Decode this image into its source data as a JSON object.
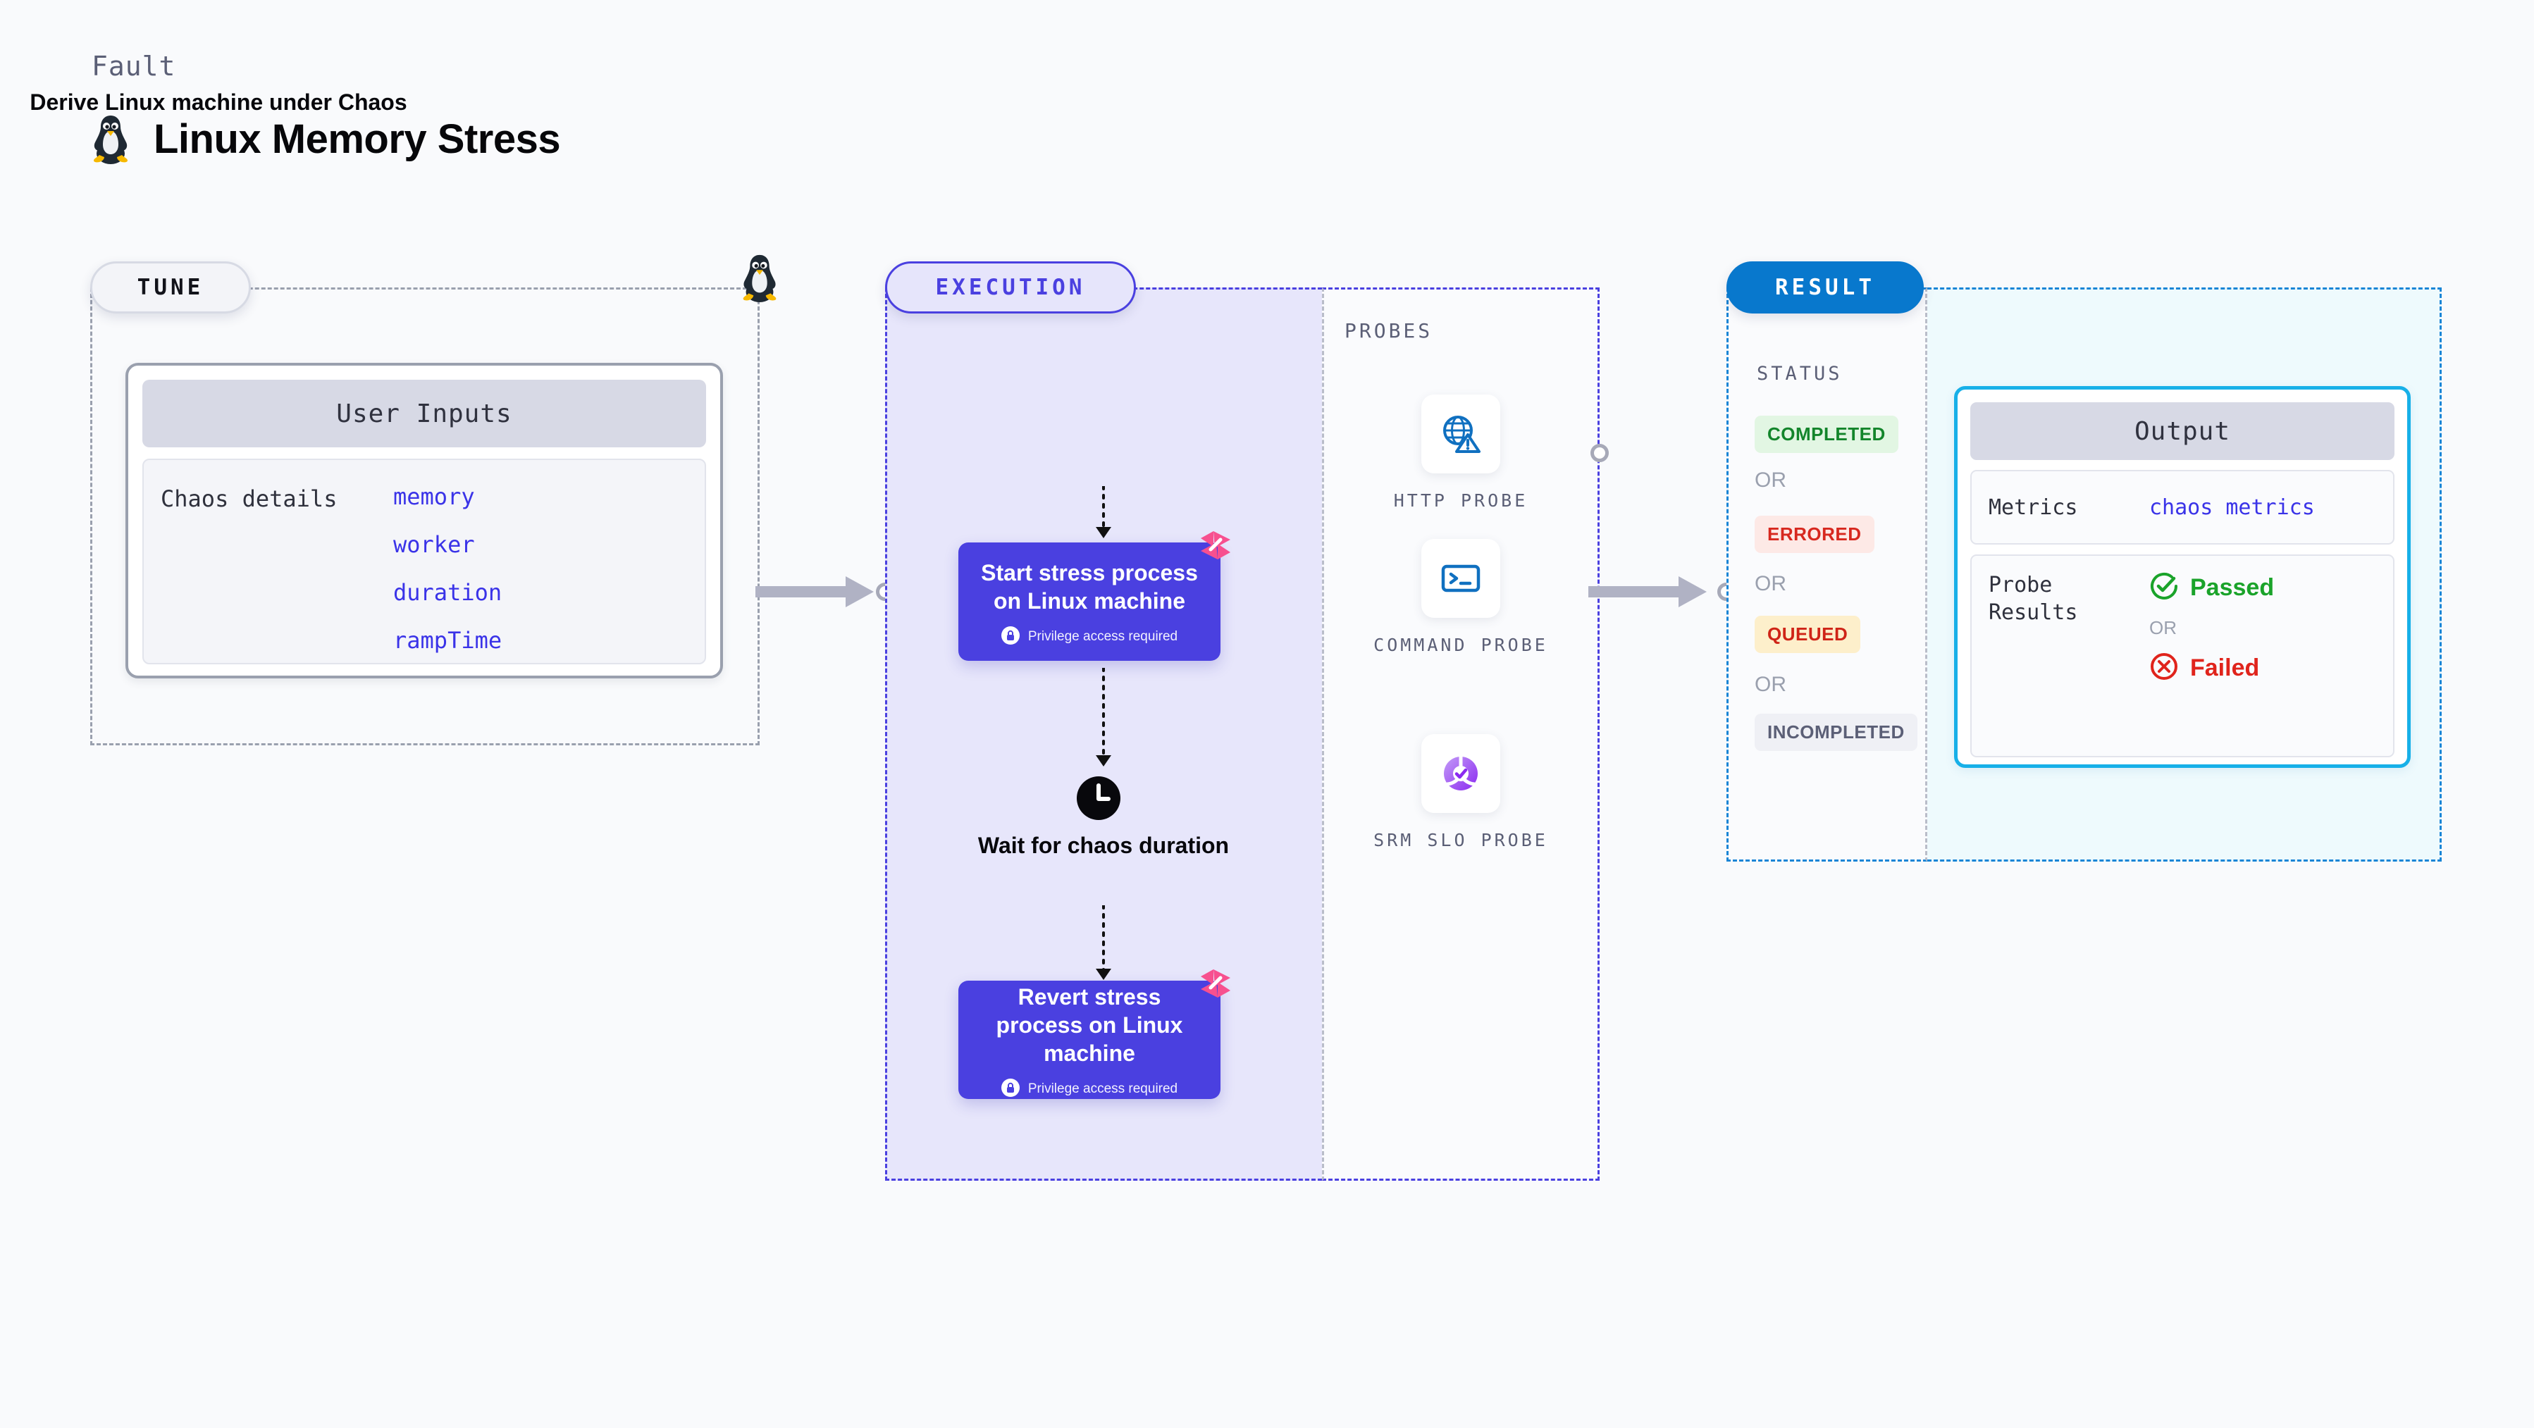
{
  "header": {
    "eyebrow": "Fault",
    "title": "Linux Memory Stress",
    "icon": "linux-penguin-icon"
  },
  "tune": {
    "pill_label": "TUNE",
    "card": {
      "header": "User Inputs",
      "details_label": "Chaos details",
      "params": [
        "memory",
        "worker",
        "duration",
        "rampTime"
      ]
    }
  },
  "execution": {
    "pill_label": "EXECUTION",
    "derive_step": "Derive Linux machine under Chaos",
    "start_card": {
      "title": "Start stress process on Linux machine",
      "privilege_note": "Privilege access required",
      "lock_icon": "lock-icon",
      "brand_icon": "harness-logo-icon"
    },
    "wait_step": "Wait for chaos duration",
    "clock_icon": "clock-icon",
    "revert_card": {
      "title": "Revert stress process on Linux machine",
      "privilege_note": "Privilege access required",
      "lock_icon": "lock-icon",
      "brand_icon": "harness-logo-icon"
    }
  },
  "probes": {
    "section_title": "PROBES",
    "items": [
      {
        "label": "HTTP PROBE",
        "icon": "globe-warning-icon"
      },
      {
        "label": "COMMAND PROBE",
        "icon": "terminal-icon"
      },
      {
        "label": "SRM SLO PROBE",
        "icon": "slo-donut-check-icon"
      }
    ]
  },
  "result": {
    "pill_label": "RESULT",
    "status_title": "STATUS",
    "or_label": "OR",
    "statuses": [
      {
        "label": "COMPLETED",
        "bg": "#e2f6e3",
        "fg": "#13852b"
      },
      {
        "label": "ERRORED",
        "bg": "#fde9e6",
        "fg": "#d7281f"
      },
      {
        "label": "QUEUED",
        "bg": "#fdefcb",
        "fg": "#cf2417"
      },
      {
        "label": "INCOMPLETED",
        "bg": "#eff0f5",
        "fg": "#5b5f76"
      }
    ],
    "output": {
      "header": "Output",
      "metrics_key": "Metrics",
      "metrics_value": "chaos metrics",
      "probe_results_key": "Probe Results",
      "passed_label": "Passed",
      "failed_label": "Failed",
      "or_label": "OR",
      "passed_icon": "check-circle-icon",
      "failed_icon": "x-circle-icon"
    }
  },
  "colors": {
    "page_bg": "#f9fafc",
    "execution_accent": "#4a40e0",
    "execution_fill": "#e7e6fb",
    "result_accent": "#1a85d6",
    "result_fill": "#eefafd",
    "tune_border": "#9aa0ae",
    "link": "#3a33e8",
    "harness_pink": "#f7508f",
    "probe_blue": "#1070c0",
    "probe_purple": "#9b3df0"
  }
}
